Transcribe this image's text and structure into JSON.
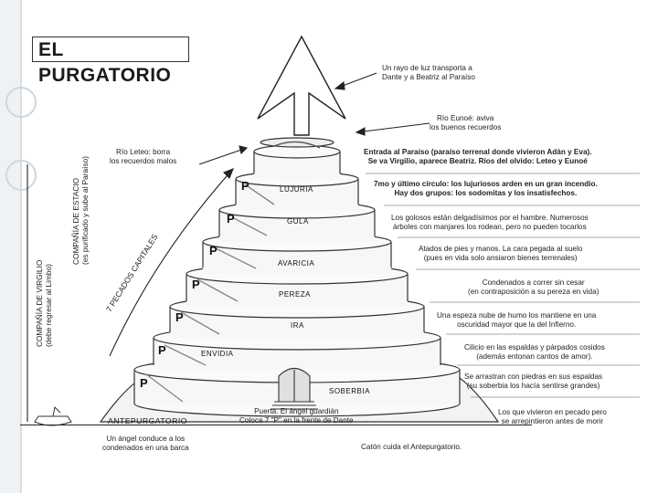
{
  "title": "EL PURGATORIO",
  "arrow_note": [
    "Un rayo de luz transporta a",
    "Dante y a Beatriz al Paraíso"
  ],
  "eunoe_note": [
    "Río Eunoé: aviva",
    "los buenos recuerdos"
  ],
  "lete_note": [
    "Río Leteo: borra",
    "los recuerdos malos"
  ],
  "companion_estacio": [
    "COMPAÑÍA DE ESTACIO",
    "(es purificado y sube al Paraíso)"
  ],
  "companion_virgilio": [
    "COMPAÑÍA DE VIRGILIO",
    "(debe regresar al Limbo)"
  ],
  "pecados_label": "7 PECADOS CAPITALES",
  "p_mark": "P",
  "tiers": [
    "LUJURIA",
    "GULA",
    "AVARICIA",
    "PEREZA",
    "IRA",
    "ENVIDIA",
    "SOBERBIA"
  ],
  "ante_label": "ANTEPURGATORIO",
  "right_notes": [
    [
      "Entrada al Paraíso (paraíso terrenal donde vivieron Adán y Eva).",
      "Se va Virgilio, aparece Beatriz. Ríos del olvido: Leteo y Eunoé"
    ],
    [
      "7mo y último círculo: los lujuriosos arden en un gran incendio.",
      "Hay dos grupos: los sodomitas y los insatisfechos."
    ],
    [
      "Los golosos están delgadísimos por el hambre. Numerosos",
      "árboles con manjares los rodean, pero no pueden tocarlos"
    ],
    [
      "Atados de pies y manos. La cara pegada al suelo",
      "(pues en vida solo ansiaron bienes terrenales)"
    ],
    [
      "Condenados a correr sin cesar",
      "(en contraposición a su pereza en vida)"
    ],
    [
      "Una espeza nube de humo los mantiene en una",
      "oscuridad mayor que la del Infierno."
    ],
    [
      "Cilicio en las espaldas y párpados cosidos",
      "(además entonan cantos de amor)."
    ],
    [
      "Se arrastran con piedras en sus espaldas",
      "(su soberbia los hacía sentirse grandes)"
    ],
    [
      "Los que vivieron en pecado pero",
      "se arrepintieron antes de morir"
    ]
  ],
  "puerta_note": [
    "Puerta. El ángel guardián",
    "Coloca 7 \"P\" en la frente de Dante"
  ],
  "barca_note": [
    "Un ángel conduce a los",
    "condenados en una barca"
  ],
  "caton_note": "Catón cuida el Antepurgatorio."
}
